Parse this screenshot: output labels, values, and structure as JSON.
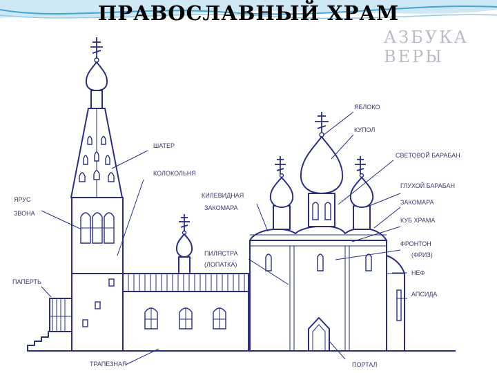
{
  "title": "ПРАВОСЛАВНЫЙ ХРАМ",
  "logo": "АЗБУКА ВЕРЫ",
  "accent_colors": {
    "ink": "#2a2a8a",
    "sky": "#3aa8d8",
    "light_blue": "#cfe8f5"
  },
  "labels": {
    "yabloko": "ЯБЛОКО",
    "kupol": "КУПОЛ",
    "svetovoy_baraban": "СВЕТОВОЙ БАРАБАН",
    "shater": "ШАТЕР",
    "kolokolnya": "КОЛОКОЛЬНЯ",
    "glukhoy_baraban": "ГЛУХОЙ БАРАБАН",
    "kilevidnaya": "КИЛЕВИДНАЯ",
    "zakomara_left": "ЗАКОМАРА",
    "yarus": "ЯРУС",
    "zvona": "ЗВОНА",
    "zakomara_right": "ЗАКОМАРА",
    "kub_khrama": "КУБ ХРАМА",
    "pilyastra": "ПИЛЯСТРА",
    "lopatka": "(ЛОПАТКА)",
    "fronton": "ФРОНТОН",
    "friz": "(ФРИЗ)",
    "paperte": "ПАПЕРТЬ",
    "nef": "НЕФ",
    "apsida": "АПСИДА",
    "trapeznaya": "ТРАПЕЗНАЯ",
    "portal": "ПОРТАЛ"
  }
}
